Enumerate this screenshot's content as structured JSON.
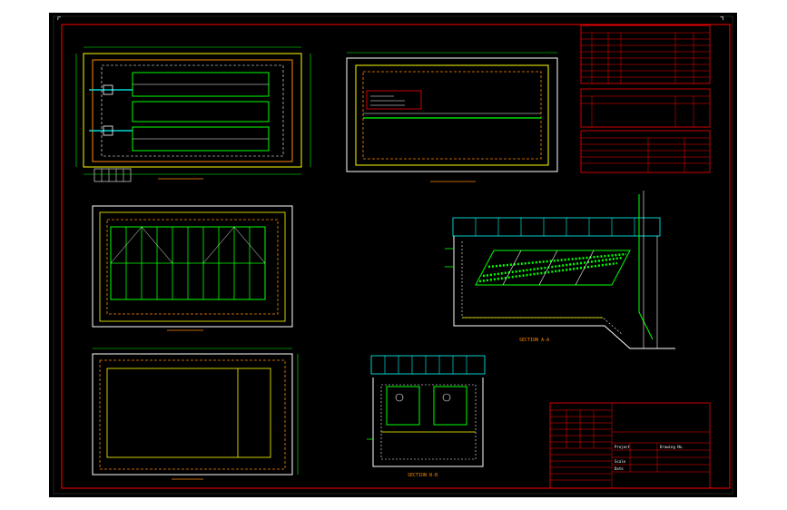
{
  "colors": {
    "background": "#000000",
    "border": "#ff0000",
    "frame": "#ffffff",
    "green": "#00ff00",
    "yellow": "#ffff00",
    "cyan": "#00ffff",
    "orange": "#ff8800",
    "magenta": "#ff00ff"
  },
  "views": {
    "section_aa": "SECTION A-A",
    "section_bb": "SECTION B-B"
  },
  "title_block": {
    "project": "Project",
    "drawing_no": "Drawing No.",
    "scale": "Scale",
    "date": "Date"
  },
  "corner_marks": [
    "⌜",
    "⌝",
    "⌞",
    "⌟"
  ]
}
